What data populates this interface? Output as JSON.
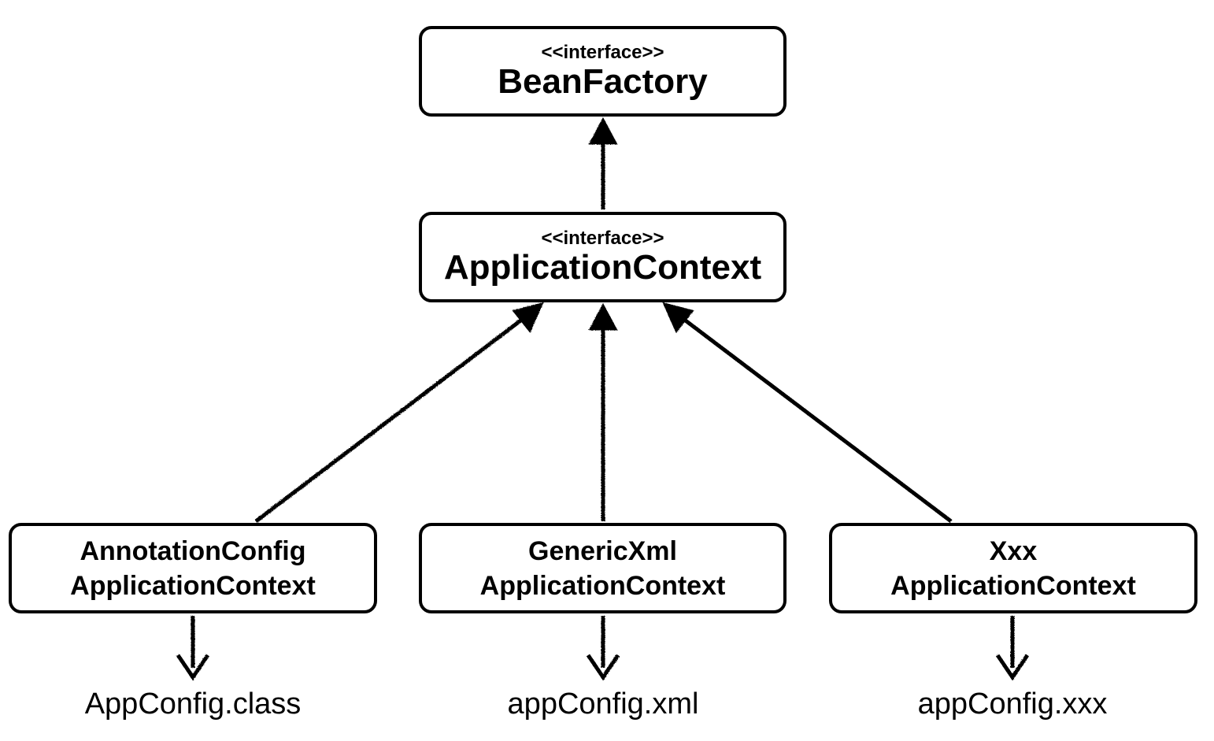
{
  "interfaces": {
    "bean_factory": {
      "stereotype": "<<interface>>",
      "name": "BeanFactory"
    },
    "application_context": {
      "stereotype": "<<interface>>",
      "name": "ApplicationContext"
    }
  },
  "implementations": [
    {
      "line1": "AnnotationConfig",
      "line2": "ApplicationContext",
      "config": "AppConfig.class"
    },
    {
      "line1": "GenericXml",
      "line2": "ApplicationContext",
      "config": "appConfig.xml"
    },
    {
      "line1": "Xxx",
      "line2": "ApplicationContext",
      "config": "appConfig.xxx"
    }
  ],
  "colors": {
    "stroke": "#000000",
    "background": "#ffffff"
  }
}
